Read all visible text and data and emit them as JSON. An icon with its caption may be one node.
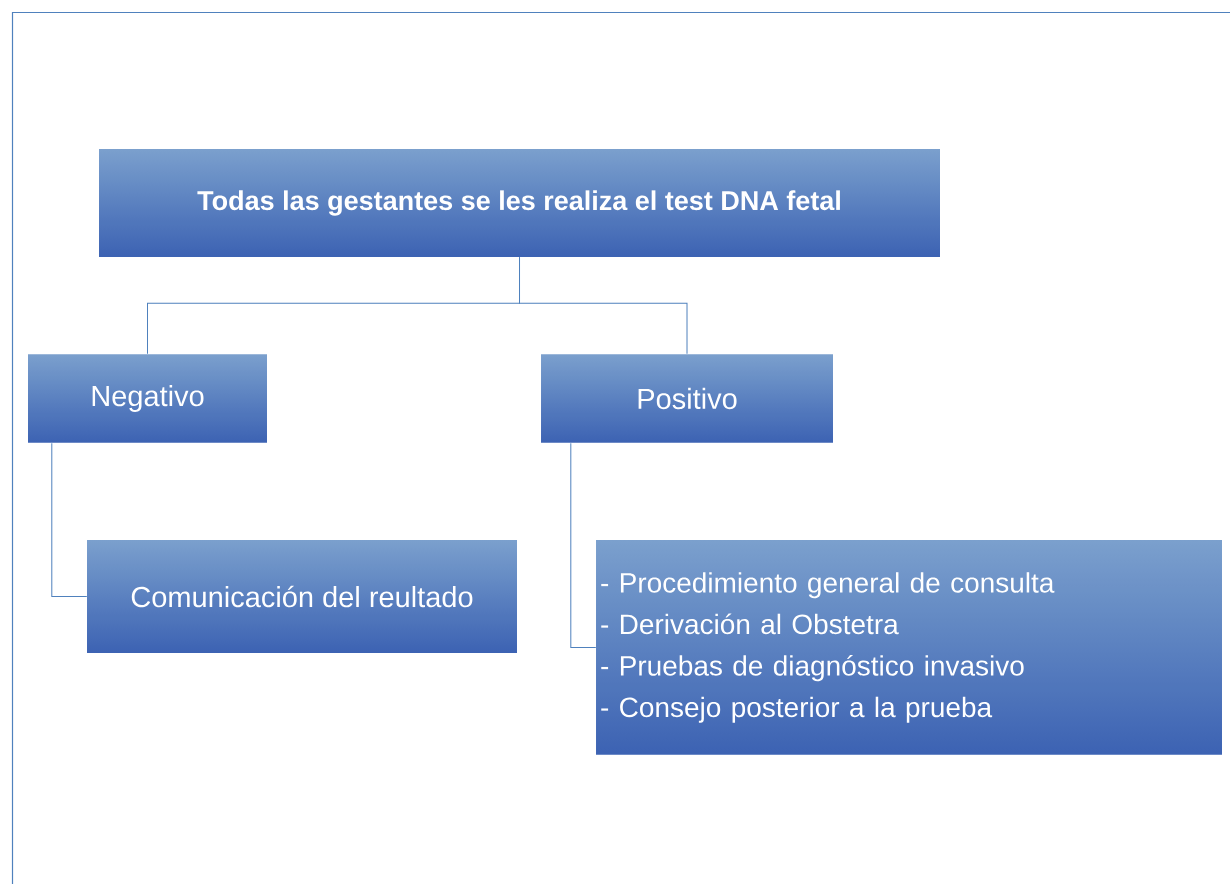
{
  "diagram": {
    "nodes": [
      {
        "text": [
          "Todas las gestantes se les realiza el test DNA fetal"
        ]
      },
      {
        "text": [
          "Negativo"
        ]
      },
      {
        "text": [
          "Positivo"
        ]
      },
      {
        "text": [
          "Comunicación del reultado"
        ]
      },
      {
        "text": [
          "- Procedimiento general de consulta",
          "- Derivación al Obstetra",
          "- Pruebas de diagnóstico invasivo",
          "- Consejo posterior a la prueba"
        ]
      }
    ],
    "edges": [
      {
        "from": 0,
        "to": 1,
        "arrow": "none"
      },
      {
        "from": 0,
        "to": 2,
        "arrow": "none"
      },
      {
        "from": 1,
        "to": 3,
        "arrow": "none"
      },
      {
        "from": 2,
        "to": 4,
        "arrow": "none"
      }
    ]
  }
}
